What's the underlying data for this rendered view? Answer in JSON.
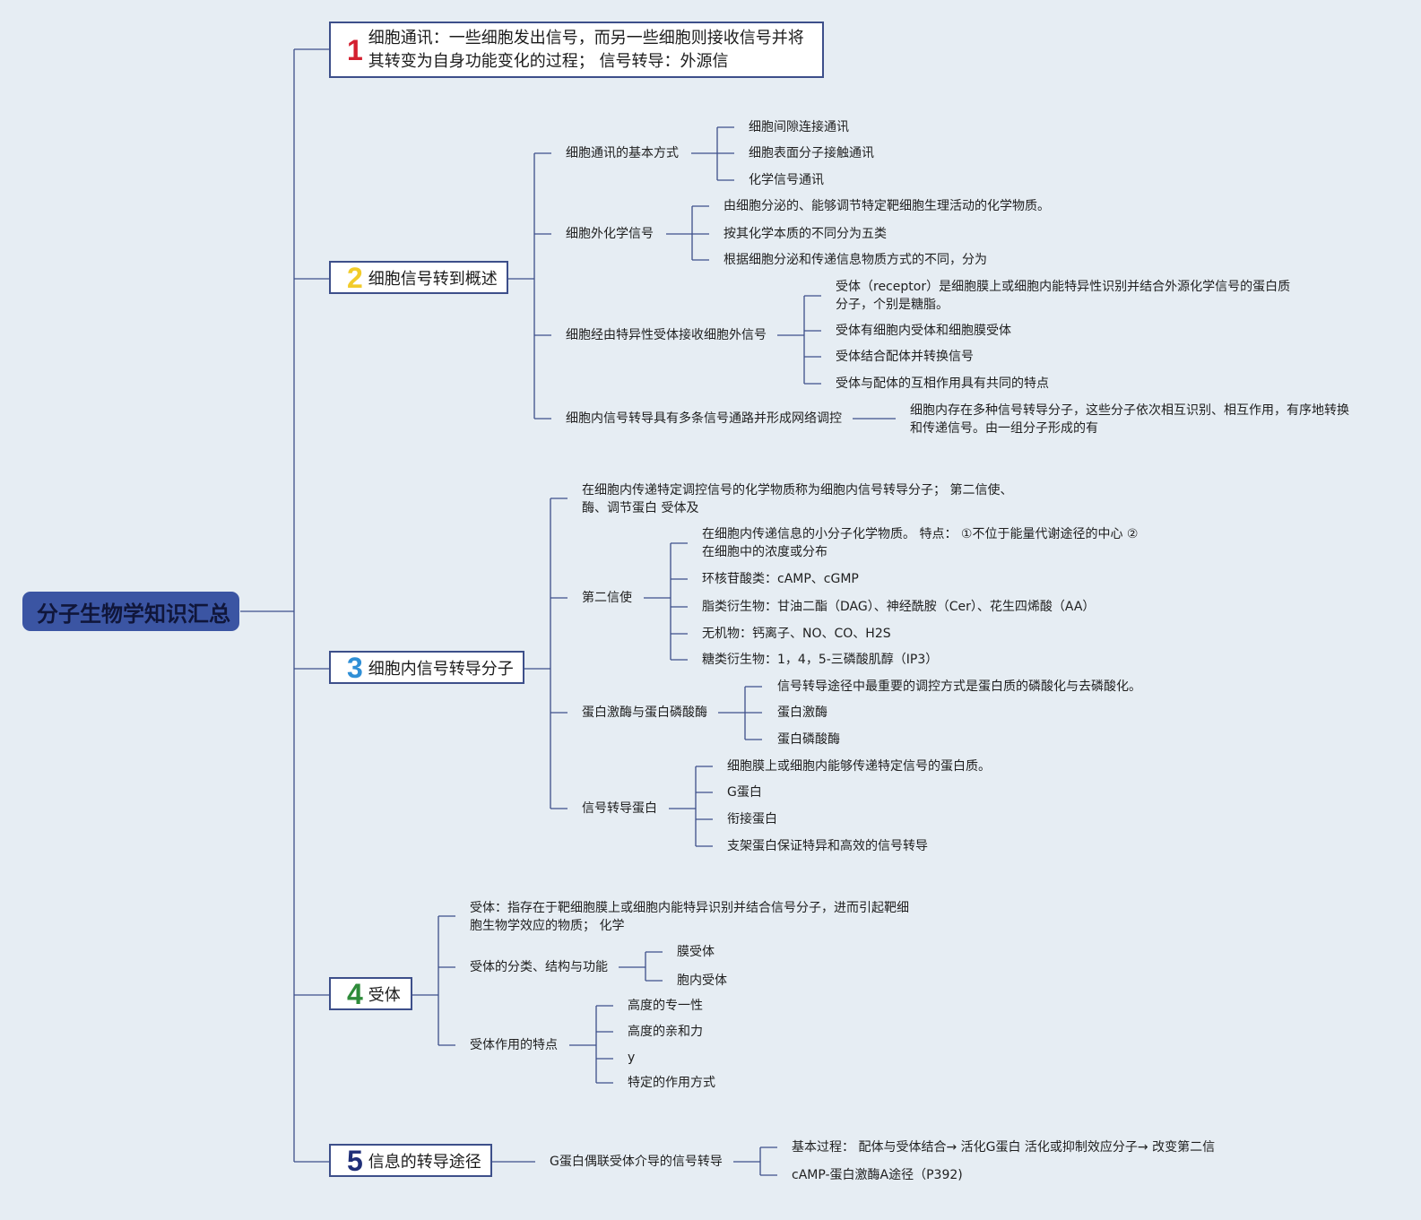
{
  "root": {
    "title": "分子生物学知识汇总"
  },
  "colors": {
    "line": "#3d4f8a",
    "num1": "#d42030",
    "num2": "#f2cc2a",
    "num3": "#2f8fd6",
    "num4": "#2e8b3a",
    "num5": "#1f2f78"
  },
  "b1": {
    "num": "1",
    "text1": "细胞通讯：一些细胞发出信号，而另一些细胞则接收信号并将",
    "text2": "其转变为自身功能变化的过程； 信号转导：外源信"
  },
  "b2": {
    "num": "2",
    "title": "细胞信号转到概述",
    "s1": {
      "label": "细胞通讯的基本方式",
      "items": [
        "细胞间隙连接通讯",
        "细胞表面分子接触通讯",
        "化学信号通讯"
      ]
    },
    "s2": {
      "label": "细胞外化学信号",
      "items": [
        "由细胞分泌的、能够调节特定靶细胞生理活动的化学物质。",
        "按其化学本质的不同分为五类",
        "根据细胞分泌和传递信息物质方式的不同，分为"
      ]
    },
    "s3": {
      "label": "细胞经由特异性受体接收细胞外信号",
      "items": [
        "受体（receptor）是细胞膜上或细胞内能特异性识别并结合外源化学信号的蛋白质",
        "分子，个别是糖脂。",
        "受体有细胞内受体和细胞膜受体",
        "受体结合配体并转换信号",
        "受体与配体的互相作用具有共同的特点"
      ]
    },
    "s4": {
      "label": "细胞内信号转导具有多条信号通路并形成网络调控",
      "items": [
        "细胞内存在多种信号转导分子，这些分子依次相互识别、相互作用，有序地转换",
        "和传递信号。由一组分子形成的有"
      ]
    }
  },
  "b3": {
    "num": "3",
    "title": "细胞内信号转导分子",
    "s1": {
      "items": [
        "在细胞内传递特定调控信号的化学物质称为细胞内信号转导分子； 第二信使、",
        "酶、调节蛋白 受体及"
      ]
    },
    "s2": {
      "label": "第二信使",
      "items": [
        "在细胞内传递信息的小分子化学物质。 特点： ①不位于能量代谢途径的中心 ②",
        "在细胞中的浓度或分布",
        "环核苷酸类：cAMP、cGMP",
        "脂类衍生物：甘油二酯（DAG）、神经酰胺（Cer）、花生四烯酸（AA）",
        "无机物：钙离子、NO、CO、H2S",
        "糖类衍生物：1，4，5-三磷酸肌醇（IP3）"
      ]
    },
    "s3": {
      "label": "蛋白激酶与蛋白磷酸酶",
      "items": [
        "信号转导途径中最重要的调控方式是蛋白质的磷酸化与去磷酸化。",
        "蛋白激酶",
        "蛋白磷酸酶"
      ]
    },
    "s4": {
      "label": "信号转导蛋白",
      "items": [
        "细胞膜上或细胞内能够传递特定信号的蛋白质。",
        "G蛋白",
        "衔接蛋白",
        "支架蛋白保证特异和高效的信号转导"
      ]
    }
  },
  "b4": {
    "num": "4",
    "title": "受体",
    "s1": {
      "items": [
        "受体：指存在于靶细胞膜上或细胞内能特异识别并结合信号分子，进而引起靶细",
        "胞生物学效应的物质； 化学"
      ]
    },
    "s2": {
      "label": "受体的分类、结构与功能",
      "items": [
        "膜受体",
        "胞内受体"
      ]
    },
    "s3": {
      "label": "受体作用的特点",
      "items": [
        "高度的专一性",
        "高度的亲和力",
        "y",
        "特定的作用方式"
      ]
    }
  },
  "b5": {
    "num": "5",
    "title": "信息的转导途径",
    "s1": {
      "label": "G蛋白偶联受体介导的信号转导",
      "items": [
        "基本过程： 配体与受体结合→ 活化G蛋白 活化或抑制效应分子→ 改变第二信",
        "cAMP-蛋白激酶A途径（P392)"
      ]
    }
  }
}
